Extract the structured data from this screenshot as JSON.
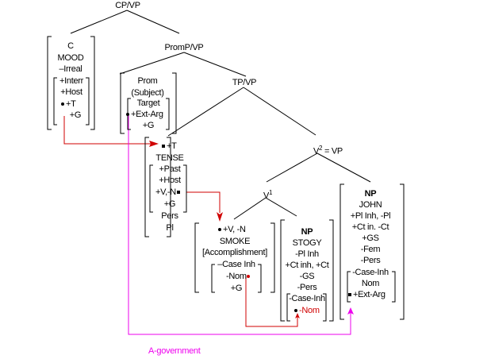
{
  "nodes": {
    "cp_vp": "CP/VP",
    "promp_vp": "PromP/VP",
    "tp_vp": "TP/VP",
    "v2": {
      "base": "V",
      "sup": "2",
      "rest": " = VP"
    },
    "v1": {
      "base": "V",
      "sup": "1"
    }
  },
  "c_box": {
    "lines": [
      "C",
      "MOOD",
      "–Irreal"
    ],
    "inner": [
      "+Interr",
      "+Host",
      "+T",
      "+G"
    ]
  },
  "prom_box": {
    "lines": [
      "Prom",
      "(Subject)"
    ],
    "inner": [
      "Target",
      "+Ext-Arg",
      "+G"
    ]
  },
  "tense_box": {
    "top": "+T",
    "label": "TENSE",
    "inner": [
      "+Past",
      "+Host",
      "+V,-N",
      "+G"
    ],
    "bottom": [
      "Pers",
      "Pl"
    ]
  },
  "smoke_box": {
    "lines": [
      "+V, -N",
      "SMOKE",
      "[Accomplishment]"
    ],
    "inner": [
      "–Case  Inh",
      "-Nom",
      "+G"
    ]
  },
  "stogy_box": {
    "lines": [
      "NP",
      "STOGY",
      "-Pl  Inh",
      "+Ct  inh, +Ct",
      "-GS",
      "-Pers"
    ],
    "inner": [
      "-Case-Inh",
      "-Nom"
    ]
  },
  "john_box": {
    "lines": [
      "NP",
      "JOHN",
      "+Pl  Inh, -Pl",
      "+Ct    in. -Ct",
      "+GS",
      "-Fem",
      "-Pers"
    ],
    "inner": [
      "-Case-Inh",
      "Nom",
      "+Ext-Arg"
    ]
  },
  "legend": {
    "a_government": "A-government"
  },
  "colors": {
    "feature_link": "#d00000",
    "a_government": "#ee00ee",
    "tree": "#000000"
  }
}
